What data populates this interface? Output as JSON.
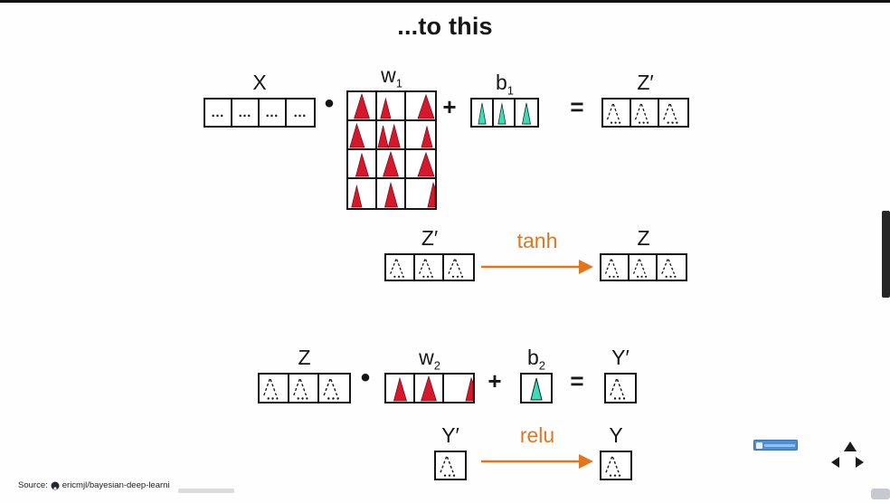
{
  "title": "...to this",
  "colors": {
    "red": "#d6182c",
    "teal": "#3edcb4",
    "orange": "#e2751d",
    "ink": "#161616"
  },
  "operators": {
    "dot": "•",
    "plus": "+",
    "equals": "="
  },
  "eq1": {
    "x": {
      "label": "X",
      "sub": "",
      "rows": 1,
      "cols": 4,
      "cell": "dots"
    },
    "w1": {
      "label": "w",
      "sub": "1",
      "rows": 4,
      "cols": 3,
      "cell": "red",
      "variants": [
        1,
        3,
        2,
        0,
        7,
        4,
        5,
        1,
        2,
        3,
        5,
        6
      ]
    },
    "b1": {
      "label": "b",
      "sub": "1",
      "rows": 1,
      "cols": 3,
      "cell": "teal",
      "variants": [
        0,
        1,
        0
      ]
    },
    "z": {
      "label": "Z′",
      "sub": "",
      "rows": 1,
      "cols": 3,
      "cell": "dotted"
    }
  },
  "tanh_step": {
    "fn": "tanh",
    "input": {
      "label": "Z′",
      "sub": "",
      "rows": 1,
      "cols": 3,
      "cell": "dotted"
    },
    "output": {
      "label": "Z",
      "sub": "",
      "rows": 1,
      "cols": 3,
      "cell": "dotted"
    }
  },
  "eq2": {
    "z": {
      "label": "Z",
      "sub": "",
      "rows": 1,
      "cols": 3,
      "cell": "dotted"
    },
    "w2": {
      "label": "w",
      "sub": "2",
      "rows": 1,
      "cols": 3,
      "cell": "red",
      "variants": [
        5,
        1,
        6
      ]
    },
    "b2": {
      "label": "b",
      "sub": "2",
      "rows": 1,
      "cols": 1,
      "cell": "teal",
      "variants": [
        0
      ]
    },
    "y": {
      "label": "Y′",
      "sub": "",
      "rows": 1,
      "cols": 1,
      "cell": "dotted"
    }
  },
  "relu_step": {
    "fn": "relu",
    "input": {
      "label": "Y′",
      "sub": "",
      "rows": 1,
      "cols": 1,
      "cell": "dotted"
    },
    "output": {
      "label": "Y",
      "sub": "",
      "rows": 1,
      "cols": 1,
      "cell": "dotted"
    }
  },
  "source": {
    "prefix": "Source:",
    "repo": "ericmjl/bayesian-deep-learni"
  },
  "icons": {
    "github": "circle-mark",
    "nav_up": "▲",
    "nav_left": "◀",
    "nav_right": "▶"
  }
}
